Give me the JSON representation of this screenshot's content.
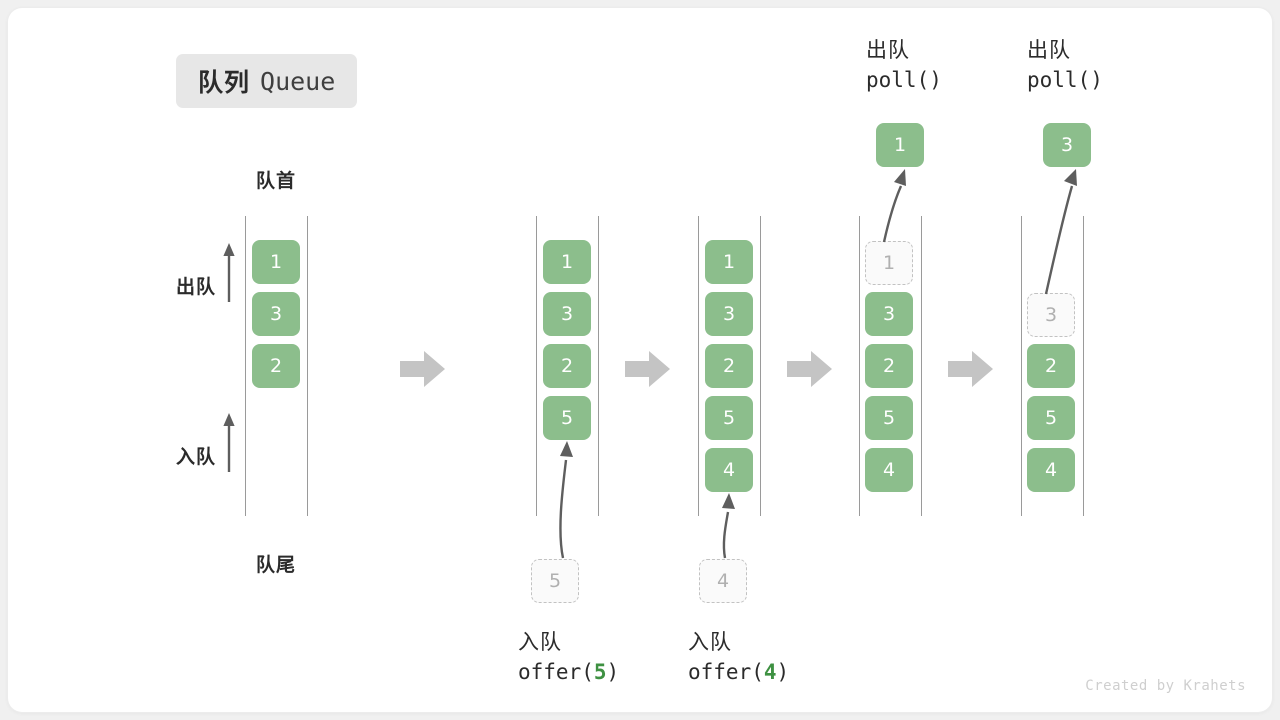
{
  "title": {
    "cn": "队列",
    "en": "Queue"
  },
  "labels": {
    "head": "队首",
    "tail": "队尾",
    "dequeue_side": "出队",
    "enqueue_side": "入队"
  },
  "colors": {
    "item_fill": "#8cbe8c",
    "item_text": "#ffffff",
    "ghost_fill": "#fafafa",
    "ghost_border": "#c2c2c2",
    "ghost_text": "#b0b0b0",
    "rail": "#9a9a9a",
    "arrow": "#5e5e5e",
    "step_arrow": "#c4c4c4",
    "badge_bg": "#e7e7e7",
    "accent_green": "#3e9142",
    "page_bg": "#f0f0f0",
    "card_bg": "#ffffff"
  },
  "columns": [
    {
      "id": "initial",
      "items": [
        "1",
        "3",
        "2"
      ],
      "ghost": null,
      "popped": null,
      "caption": null,
      "top_caption": null
    },
    {
      "id": "offer-5",
      "items": [
        "1",
        "3",
        "2",
        "5"
      ],
      "ghost": {
        "value": "5",
        "position": "below"
      },
      "popped": null,
      "caption": {
        "cn": "入队",
        "fn": "offer(",
        "arg": "5",
        "fn_end": ")"
      },
      "top_caption": null
    },
    {
      "id": "offer-4",
      "items": [
        "1",
        "3",
        "2",
        "5",
        "4"
      ],
      "ghost": {
        "value": "4",
        "position": "below"
      },
      "popped": null,
      "caption": {
        "cn": "入队",
        "fn": "offer(",
        "arg": "4",
        "fn_end": ")"
      },
      "top_caption": null
    },
    {
      "id": "poll-1",
      "items": [
        "3",
        "2",
        "5",
        "4"
      ],
      "ghost": {
        "value": "1",
        "position": "slot0"
      },
      "popped": "1",
      "caption": null,
      "top_caption": {
        "cn": "出队",
        "fn": "poll()"
      }
    },
    {
      "id": "poll-3",
      "items": [
        "2",
        "5",
        "4"
      ],
      "ghost": {
        "value": "3",
        "position": "slot1"
      },
      "popped": "3",
      "caption": null,
      "top_caption": {
        "cn": "出队",
        "fn": "poll()"
      }
    }
  ],
  "step_arrows": [
    {
      "id": "step-1"
    },
    {
      "id": "step-2"
    },
    {
      "id": "step-3"
    },
    {
      "id": "step-4"
    }
  ],
  "footer": "Created by Krahets",
  "chart_data": {
    "type": "diagram",
    "title": "队列 Queue",
    "description": "Queue operations: offer(5), offer(4), poll(), poll()",
    "states": [
      {
        "step": 0,
        "contents": [
          "1",
          "3",
          "2"
        ],
        "operation": null
      },
      {
        "step": 1,
        "contents": [
          "1",
          "3",
          "2",
          "5"
        ],
        "operation": "offer(5)"
      },
      {
        "step": 2,
        "contents": [
          "1",
          "3",
          "2",
          "5",
          "4"
        ],
        "operation": "offer(4)"
      },
      {
        "step": 3,
        "contents": [
          "3",
          "2",
          "5",
          "4"
        ],
        "operation": "poll()",
        "returned": "1"
      },
      {
        "step": 4,
        "contents": [
          "2",
          "5",
          "4"
        ],
        "operation": "poll()",
        "returned": "3"
      }
    ]
  }
}
